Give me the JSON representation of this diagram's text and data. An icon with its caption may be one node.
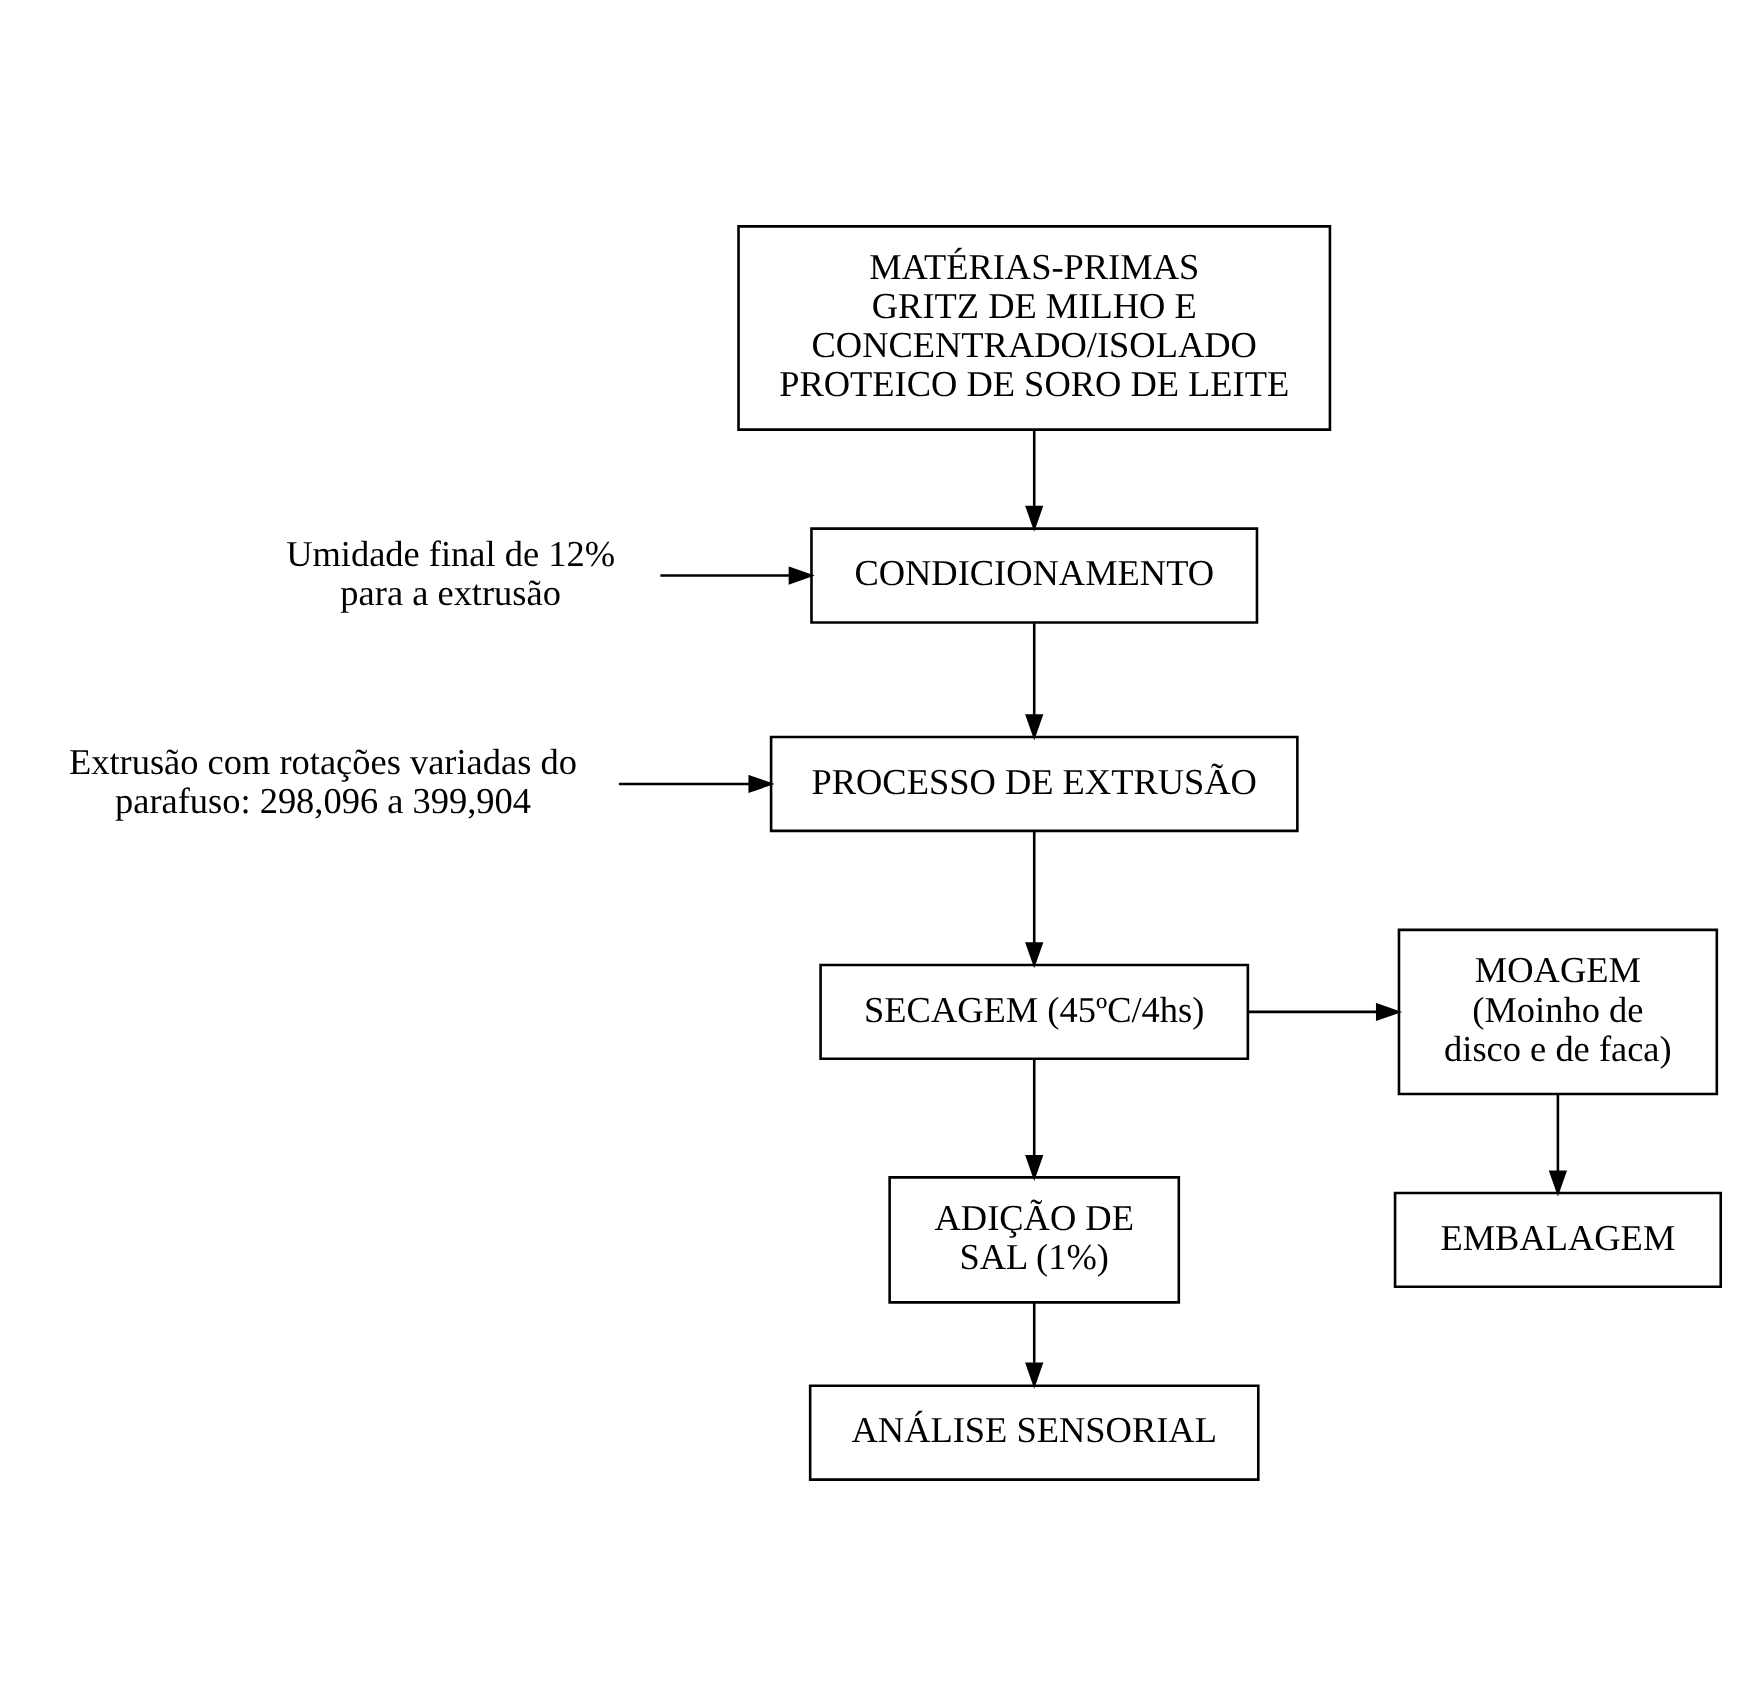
{
  "diagram": {
    "nodes": [
      {
        "text": [
          "MATÉRIAS-PRIMAS",
          "GRITZ DE MILHO E CONCENTRADO/ISOLADO PROTEICO DE SORO DE LEITE"
        ]
      },
      {
        "text": [
          "CONDICIONAMENTO"
        ]
      },
      {
        "text": [
          "Umidade final de 12% para a extrusão"
        ]
      },
      {
        "text": [
          "PROCESSO DE EXTRUSÃO"
        ]
      },
      {
        "text": [
          "Extrusão com rotações variadas do parafuso: 298,096 a 399,904"
        ]
      },
      {
        "text": [
          "SECAGEM (45ºC/4hs)"
        ]
      },
      {
        "text": [
          "MOAGEM",
          "(Moinho de disco e de faca)"
        ]
      },
      {
        "text": [
          "ADIÇÃO DE SAL (1%)"
        ]
      },
      {
        "text": [
          "EMBALAGEM"
        ]
      },
      {
        "text": [
          "ANÁLISE SENSORIAL"
        ]
      }
    ],
    "edges": [
      {
        "from": 0,
        "to": 1,
        "arrow": "to"
      },
      {
        "from": 2,
        "to": 1,
        "arrow": "to"
      },
      {
        "from": 1,
        "to": 3,
        "arrow": "to"
      },
      {
        "from": 4,
        "to": 3,
        "arrow": "to"
      },
      {
        "from": 3,
        "to": 5,
        "arrow": "to"
      },
      {
        "from": 5,
        "to": 6,
        "arrow": "to"
      },
      {
        "from": 5,
        "to": 7,
        "arrow": "to"
      },
      {
        "from": 6,
        "to": 8,
        "arrow": "to"
      },
      {
        "from": 7,
        "to": 9,
        "arrow": "to"
      }
    ]
  }
}
